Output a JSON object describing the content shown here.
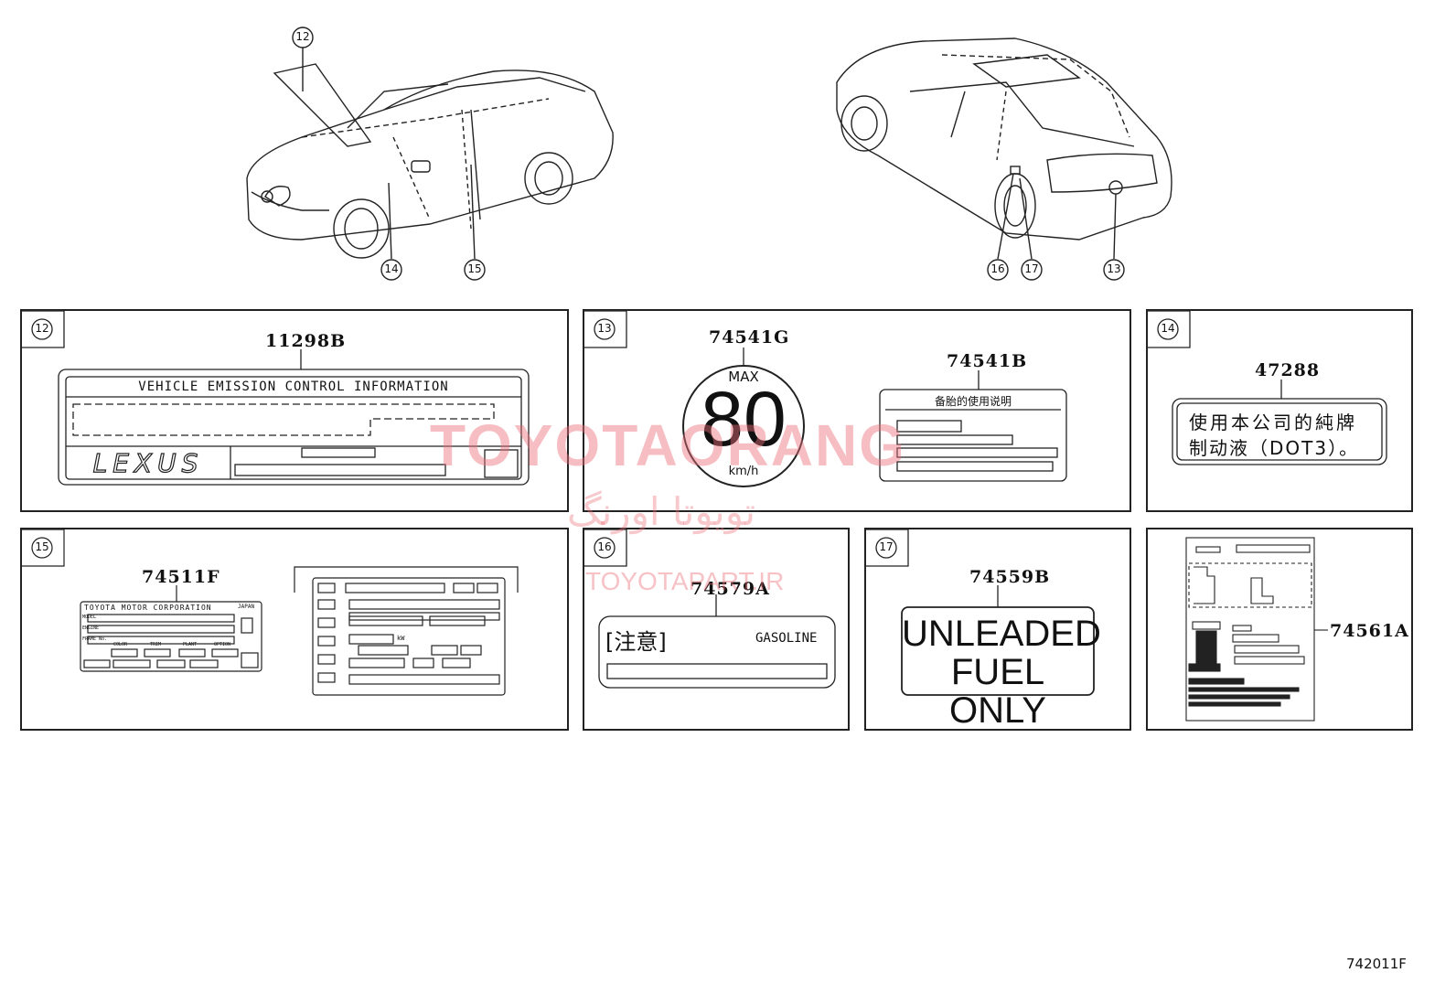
{
  "callouts": {
    "front": [
      "12",
      "14",
      "15"
    ],
    "rear": [
      "16",
      "17",
      "13"
    ]
  },
  "panels": {
    "p12": {
      "num": "12",
      "part": "11298B",
      "label_title": "VEHICLE EMISSION CONTROL INFORMATION",
      "brand": "LEXUS"
    },
    "p13": {
      "num": "13",
      "part_a": "74541G",
      "max": "MAX",
      "speed": "80",
      "unit": "km/h",
      "part_b": "74541B",
      "label_b_title": "备胎的使用说明"
    },
    "p14": {
      "num": "14",
      "part": "47288",
      "line1": "使用本公司的純牌",
      "line2": "制动液（DOT3）。"
    },
    "p15": {
      "num": "15",
      "part": "74511F",
      "mfr": "TOYOTA MOTOR CORPORATION",
      "country": "JAPAN",
      "row_labels": [
        "MODEL",
        "ENGINE",
        "FRAME No."
      ],
      "field_labels": [
        "COLOR",
        "TRIM",
        "PLANT",
        "OPTION"
      ],
      "kw": "kW"
    },
    "p16": {
      "num": "16",
      "part": "74579A",
      "caution": "[注意]",
      "fuel": "GASOLINE"
    },
    "p17": {
      "num": "17",
      "part": "74559B",
      "line1": "UNLEADED",
      "line2": "FUEL ONLY"
    },
    "p18": {
      "part": "74561A"
    }
  },
  "watermark": {
    "line1": "TOYOTAORANG",
    "line2": "تویوتا اورنگ",
    "line3": "TOYOTAPART.IR"
  },
  "diagram_code": "742011F"
}
